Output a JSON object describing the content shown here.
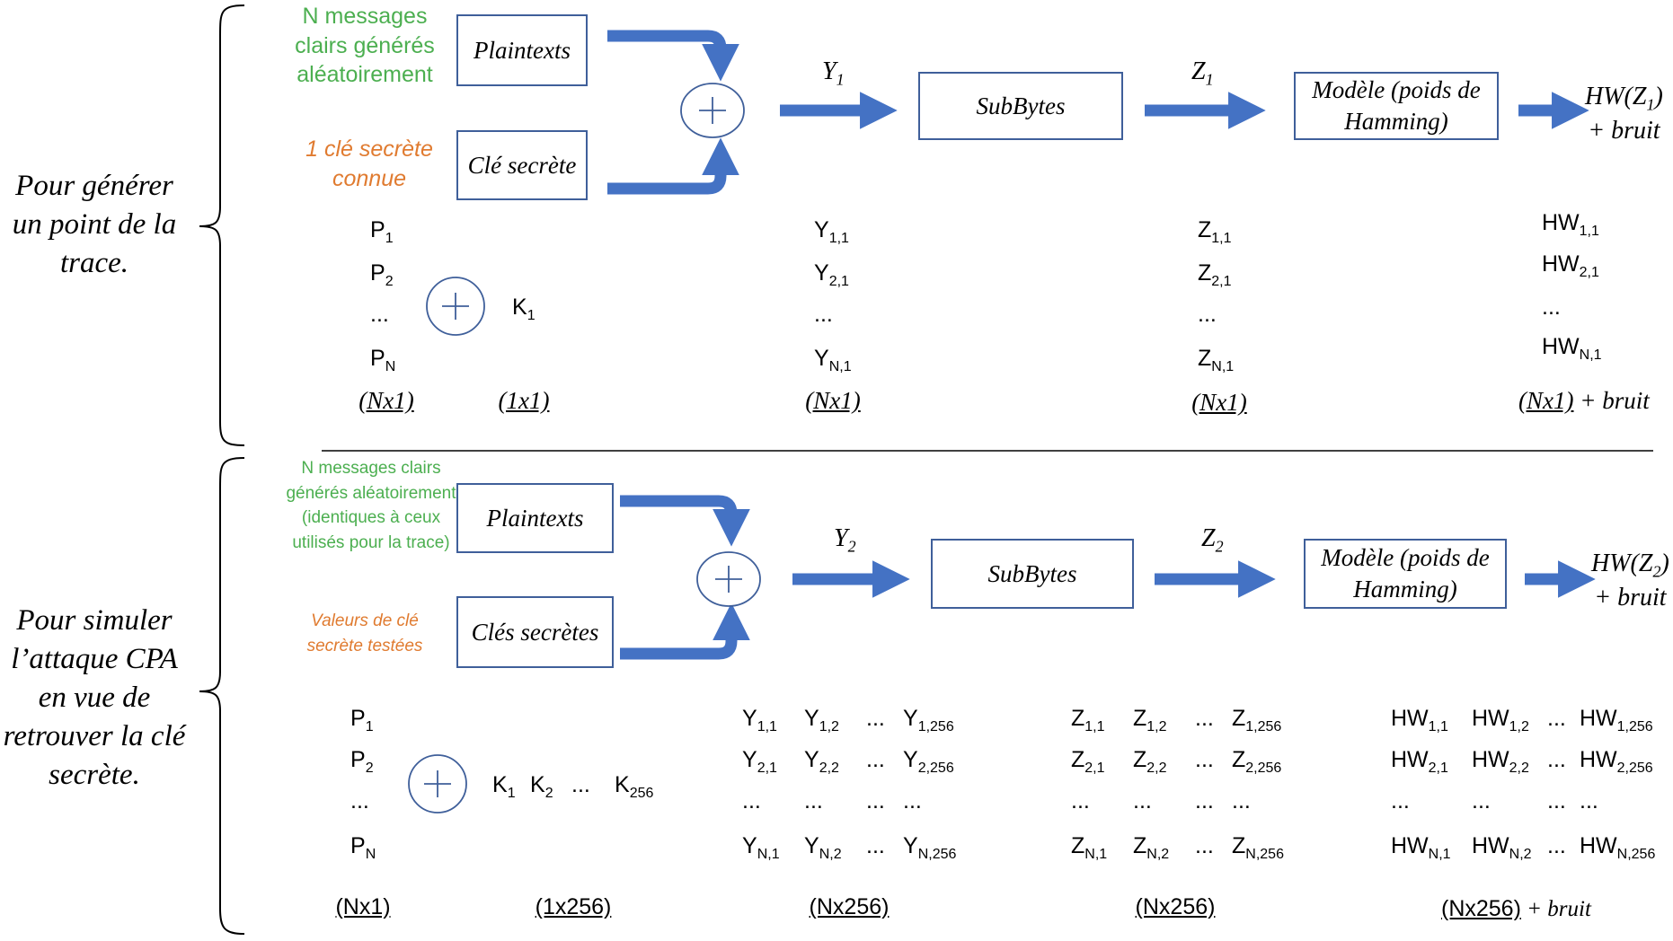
{
  "top": {
    "side_label": "Pour générer un point de la trace.",
    "plaintexts_note": "N messages clairs générés aléatoirement",
    "key_note": "1 clé secrète connue",
    "plaintexts_box": "Plaintexts",
    "key_box": "Clé secrète",
    "y_label": "Y",
    "y_sub": "1",
    "z_label": "Z",
    "z_sub": "1",
    "subbytes_box": "SubBytes",
    "model_box": "Modèle (poids de Hamming)",
    "hw_output_pre": "HW(Z",
    "hw_output_sub": "1",
    "hw_output_post": ")",
    "hw_output_noise": "+ bruit",
    "p_col": [
      {
        "base": "P",
        "sub": "1"
      },
      {
        "base": "P",
        "sub": "2"
      },
      {
        "base": "...",
        "sub": ""
      },
      {
        "base": "P",
        "sub": "N"
      }
    ],
    "k_item": {
      "base": "K",
      "sub": "1"
    },
    "y_col": [
      {
        "base": "Y",
        "sub": "1,1"
      },
      {
        "base": "Y",
        "sub": "2,1"
      },
      {
        "base": "...",
        "sub": ""
      },
      {
        "base": "Y",
        "sub": "N,1"
      }
    ],
    "z_col": [
      {
        "base": "Z",
        "sub": "1,1"
      },
      {
        "base": "Z",
        "sub": "2,1"
      },
      {
        "base": "...",
        "sub": ""
      },
      {
        "base": "Z",
        "sub": "N,1"
      }
    ],
    "hw_col": [
      {
        "base": "HW",
        "sub": "1,1"
      },
      {
        "base": "HW",
        "sub": "2,1"
      },
      {
        "base": "...",
        "sub": ""
      },
      {
        "base": "HW",
        "sub": "N,1"
      }
    ],
    "dim_p": "(Nx1)",
    "dim_k": "(1x1)",
    "dim_y": "(Nx1)",
    "dim_z": "(Nx1)",
    "dim_hw": "(Nx1)",
    "dim_hw_noise": "+ bruit"
  },
  "bottom": {
    "side_label": "Pour simuler l’attaque CPA en vue de retrouver la clé secrète.",
    "plaintexts_note": "N messages clairs générés aléatoirement (identiques à ceux utilisés pour la trace)",
    "key_note": "Valeurs de clé secrète testées",
    "plaintexts_box": "Plaintexts",
    "key_box": "Clés secrètes",
    "y_label": "Y",
    "y_sub": "2",
    "z_label": "Z",
    "z_sub": "2",
    "subbytes_box": "SubBytes",
    "model_box": "Modèle (poids de Hamming)",
    "hw_output_pre": "HW(Z",
    "hw_output_sub": "2",
    "hw_output_post": ")",
    "hw_output_noise": "+ bruit",
    "p_col": [
      {
        "base": "P",
        "sub": "1"
      },
      {
        "base": "P",
        "sub": "2"
      },
      {
        "base": "...",
        "sub": ""
      },
      {
        "base": "P",
        "sub": "N"
      }
    ],
    "k_row": [
      {
        "base": "K",
        "sub": "1"
      },
      {
        "base": "K",
        "sub": "2"
      },
      {
        "base": "...",
        "sub": ""
      },
      {
        "base": "K",
        "sub": "256"
      }
    ],
    "y_matrix": [
      [
        {
          "base": "Y",
          "sub": "1,1"
        },
        {
          "base": "Y",
          "sub": "1,2"
        },
        {
          "base": "...",
          "sub": ""
        },
        {
          "base": "Y",
          "sub": "1,256"
        }
      ],
      [
        {
          "base": "Y",
          "sub": "2,1"
        },
        {
          "base": "Y",
          "sub": "2,2"
        },
        {
          "base": "...",
          "sub": ""
        },
        {
          "base": "Y",
          "sub": "2,256"
        }
      ],
      [
        {
          "base": "...",
          "sub": ""
        },
        {
          "base": "...",
          "sub": ""
        },
        {
          "base": "...",
          "sub": ""
        },
        {
          "base": "...",
          "sub": ""
        }
      ],
      [
        {
          "base": "Y",
          "sub": "N,1"
        },
        {
          "base": "Y",
          "sub": "N,2"
        },
        {
          "base": "...",
          "sub": ""
        },
        {
          "base": "Y",
          "sub": "N,256"
        }
      ]
    ],
    "z_matrix": [
      [
        {
          "base": "Z",
          "sub": "1,1"
        },
        {
          "base": "Z",
          "sub": "1,2"
        },
        {
          "base": "...",
          "sub": ""
        },
        {
          "base": "Z",
          "sub": "1,256"
        }
      ],
      [
        {
          "base": "Z",
          "sub": "2,1"
        },
        {
          "base": "Z",
          "sub": "2,2"
        },
        {
          "base": "...",
          "sub": ""
        },
        {
          "base": "Z",
          "sub": "2,256"
        }
      ],
      [
        {
          "base": "...",
          "sub": ""
        },
        {
          "base": "...",
          "sub": ""
        },
        {
          "base": "...",
          "sub": ""
        },
        {
          "base": "...",
          "sub": ""
        }
      ],
      [
        {
          "base": "Z",
          "sub": "N,1"
        },
        {
          "base": "Z",
          "sub": "N,2"
        },
        {
          "base": "...",
          "sub": ""
        },
        {
          "base": "Z",
          "sub": "N,256"
        }
      ]
    ],
    "hw_matrix": [
      [
        {
          "base": "HW",
          "sub": "1,1"
        },
        {
          "base": "HW",
          "sub": "1,2"
        },
        {
          "base": "...",
          "sub": ""
        },
        {
          "base": "HW",
          "sub": "1,256"
        }
      ],
      [
        {
          "base": "HW",
          "sub": "2,1"
        },
        {
          "base": "HW",
          "sub": "2,2"
        },
        {
          "base": "...",
          "sub": ""
        },
        {
          "base": "HW",
          "sub": "2,256"
        }
      ],
      [
        {
          "base": "...",
          "sub": ""
        },
        {
          "base": "...",
          "sub": ""
        },
        {
          "base": "...",
          "sub": ""
        },
        {
          "base": "...",
          "sub": ""
        }
      ],
      [
        {
          "base": "HW",
          "sub": "N,1"
        },
        {
          "base": "HW",
          "sub": "N,2"
        },
        {
          "base": "...",
          "sub": ""
        },
        {
          "base": "HW",
          "sub": "N,256"
        }
      ]
    ],
    "dim_p": "(Nx1)",
    "dim_k": "(1x256)",
    "dim_y": "(Nx256)",
    "dim_z": "(Nx256)",
    "dim_hw": "(Nx256)",
    "dim_hw_noise": "+ bruit"
  },
  "colors": {
    "arrow": "#4472c4",
    "box_border": "#3f5f9a",
    "note_green": "#4caf50",
    "note_orange": "#e07b30"
  }
}
